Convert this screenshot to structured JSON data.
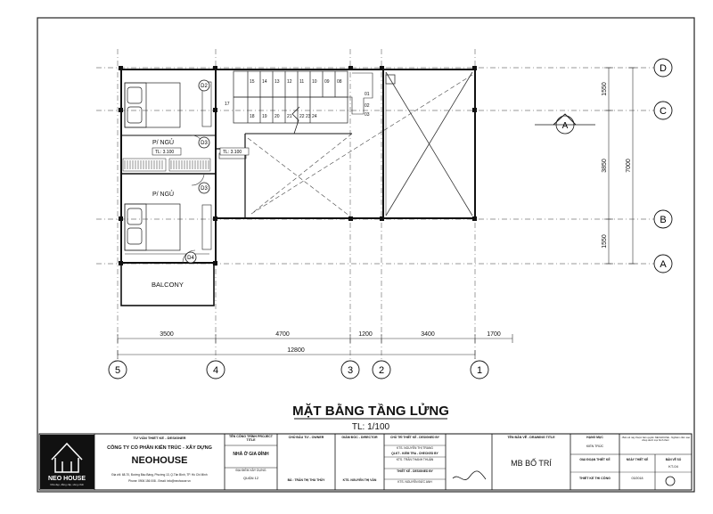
{
  "drawing": {
    "title": "MẶT BẰNG TẦNG LỬNG",
    "scale": "TL: 1/100",
    "grid_letters": [
      "D",
      "C",
      "B",
      "A"
    ],
    "grid_numbers": [
      "5",
      "4",
      "3",
      "2",
      "1"
    ],
    "section_mark": "A",
    "dims_bottom": [
      "3500",
      "4700",
      "1200",
      "3400",
      "1700"
    ],
    "dim_total_bottom": "12800",
    "dims_right": [
      "1550",
      "3850",
      "1550"
    ],
    "dim_total_right": "7000",
    "rooms": {
      "bedroom_upper": "P/ NGỦ",
      "bedroom_lower": "P/ NGỦ",
      "level_upper": "TL: 3.100",
      "level_hall": "TL: 3.100",
      "balcony": "BALCONY"
    },
    "doors": [
      "D2",
      "D3",
      "D3",
      "D4"
    ],
    "stair_steps_top": [
      "15",
      "14",
      "13",
      "12",
      "11",
      "10",
      "09",
      "08"
    ],
    "stair_steps_bottom": [
      "18",
      "19",
      "20",
      "21",
      "22",
      "23",
      "24"
    ],
    "stair_labels": [
      "17",
      "01",
      "02",
      "03"
    ]
  },
  "title_block": {
    "logo_text": "NEO HOUSE",
    "logo_tagline": "Nhà đẹp, đẳng cấp, sống chất",
    "consultant_label": "TƯ VẤN THIẾT KẾ - DESIGNER",
    "company_line": "CÔNG TY CỔ PHẦN KIẾN TRÚC - XÂY DỰNG",
    "company_name": "NEOHOUSE",
    "company_address": "Địa chỉ: 68-70, Đường Bàu Bàng, Phường 13, Q.Tân Bình, TP. Hồ Chí Minh",
    "company_contact": "Phone: 0906 156 008 - Email: info@neohouse.vn",
    "project_label": "TÊN CÔNG TRÌNH PROJECT TITLE",
    "project_name": "NHÀ Ở GIA ĐÌNH",
    "location_label": "ĐỊA ĐIỂM XÂY DỰNG",
    "location_value": "QUẬN 12",
    "owner_label": "CHỦ ĐẦU TƯ - OWNER",
    "owner_value": "BÀ : TRẦN THỊ THU THỦY",
    "director_label": "GIÁM ĐỐC - DIRECTOR",
    "director_value": "KTS. NGUYỄN THỊ VÂN",
    "designer_label": "CHỦ TRÌ THIẾT KẾ - DESIGNED BY",
    "designer_value": "KTS. NGUYỄN THỊ TRANG",
    "checker_label": "QLKT - KIỂM TRA - CHECKED BY",
    "checker_value": "KTS. TRẦN THANH THUẬN",
    "drawn_label": "THIẾT KẾ - DESIGNED BY",
    "drawn_value": "KTS. NGUYỄN ĐỨC ANH",
    "sheet_title_label": "TÊN BẢN VẼ - DRAWING TITLE",
    "sheet_title": "MB BỐ TRÍ",
    "discipline_label": "HẠNG MỤC",
    "discipline_value": "KIẾN TRÚC",
    "phase_label": "GIAI ĐOẠN THIẾT KẾ",
    "phase_value": "THIẾT KẾ THI CÔNG",
    "date_label": "NGÀY THIẾT KẾ",
    "sheet_no_label": "BẢN VẼ SỐ",
    "sheet_no": "KT-04",
    "code_value": "03/2018",
    "notes": "- Bản vẽ này thuộc bản quyền NEOHOUSE - Nghiêm cấm sao chép dưới mọi hình thức"
  }
}
